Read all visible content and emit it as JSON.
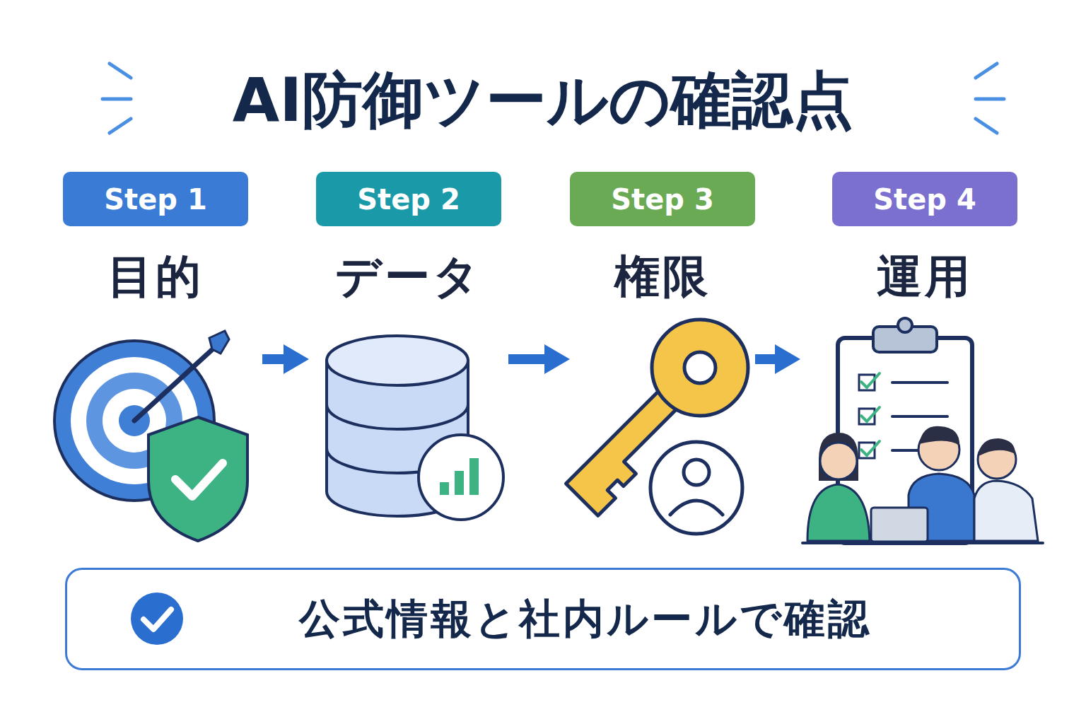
{
  "diagram": {
    "title": "AI防御ツールの確認点",
    "nodes": [
      {
        "text": [
          "Step 1",
          "目的"
        ]
      },
      {
        "text": [
          "Step 2",
          "データ"
        ]
      },
      {
        "text": [
          "Step 3",
          "権限"
        ]
      },
      {
        "text": [
          "Step 4",
          "運用"
        ]
      },
      {
        "text": [
          "公式情報と社内ルールで確認"
        ]
      }
    ],
    "edges": [
      {
        "from": 0,
        "to": 1,
        "arrow": "to"
      },
      {
        "from": 1,
        "to": 2,
        "arrow": "to"
      },
      {
        "from": 2,
        "to": 3,
        "arrow": "to"
      }
    ]
  }
}
